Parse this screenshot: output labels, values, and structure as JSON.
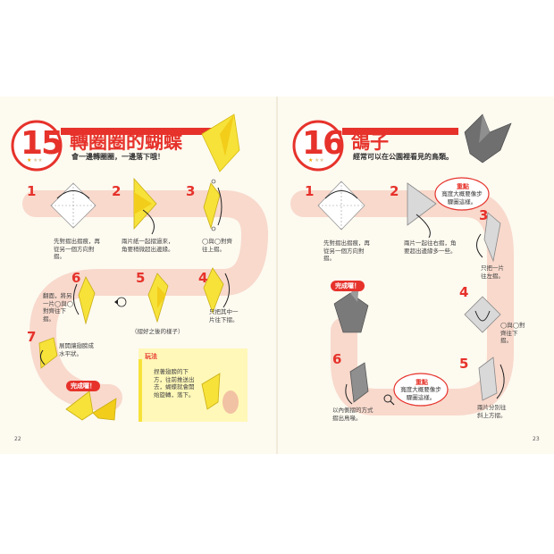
{
  "left": {
    "number": "15",
    "title": "轉圈圈的蝴蝶",
    "subtitle": "會一邊轉圈圈，一邊落下哦！",
    "page": "22",
    "steps": [
      {
        "num": "1",
        "text": "先對摺出摺痕，再從另一個方向對摺。"
      },
      {
        "num": "2",
        "text": "兩片紙一起摺過來，角要稍微超出邊緣。"
      },
      {
        "num": "3",
        "text": "◯與◯對齊往上摺。"
      },
      {
        "num": "4",
        "text": "只把其中一片往下摺。"
      },
      {
        "num": "5",
        "text": "（摺好之後的樣子）"
      },
      {
        "num": "6",
        "text": "翻面，將另一片◯與◯對齊往下摺。"
      },
      {
        "num": "7",
        "text": "展開讓翅膀成水平狀。"
      }
    ],
    "done": "完成囉！",
    "play_title": "玩法",
    "play_text": "捏著翅膀的下方，往前推送出去，蝴蝶就會開始旋轉，落下。"
  },
  "right": {
    "number": "16",
    "title": "鴿子",
    "subtitle": "經常可以在公園裡看見的鳥類。",
    "page": "23",
    "steps": [
      {
        "num": "1",
        "text": "先對摺出摺痕，再從另一個方向對摺。"
      },
      {
        "num": "2",
        "text": "兩片一起往右摺，角要超出邊緣多一些。"
      },
      {
        "num": "3",
        "text": "只把一片往左摺。"
      },
      {
        "num": "4",
        "text": "◯與◯對齊往下摺。"
      },
      {
        "num": "5",
        "text": "兩片分別往斜上方摺。"
      },
      {
        "num": "6",
        "text": "以內側摺的方式摺出鳥喙。"
      }
    ],
    "done": "完成囉！",
    "point1_title": "重點",
    "point1_text": "寬度大概要像步驟圖這樣。",
    "point2_title": "重點",
    "point2_text": "寬度大概要像步驟圖這樣。"
  },
  "colors": {
    "accent": "#e6322b",
    "path": "#f8d9cc",
    "yellow": "#f7e23a",
    "gray": "#8a8a8a"
  }
}
